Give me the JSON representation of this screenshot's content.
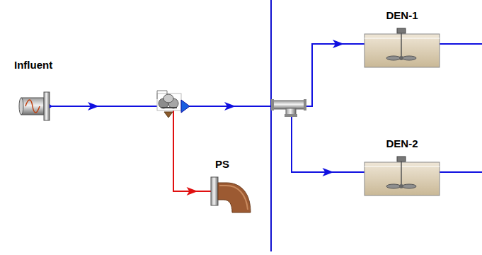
{
  "diagram": {
    "nodes": [
      {
        "text": [
          "Influent"
        ]
      },
      {
        "text": [
          "PS"
        ]
      },
      {
        "text": [
          "DEN-1"
        ]
      },
      {
        "text": [
          "DEN-2"
        ]
      }
    ],
    "edges": [
      {
        "from": 0,
        "to": 1,
        "arrow": "to"
      },
      {
        "from": 0,
        "to": 2,
        "arrow": "to"
      },
      {
        "from": 0,
        "to": 3,
        "arrow": "to"
      }
    ]
  }
}
